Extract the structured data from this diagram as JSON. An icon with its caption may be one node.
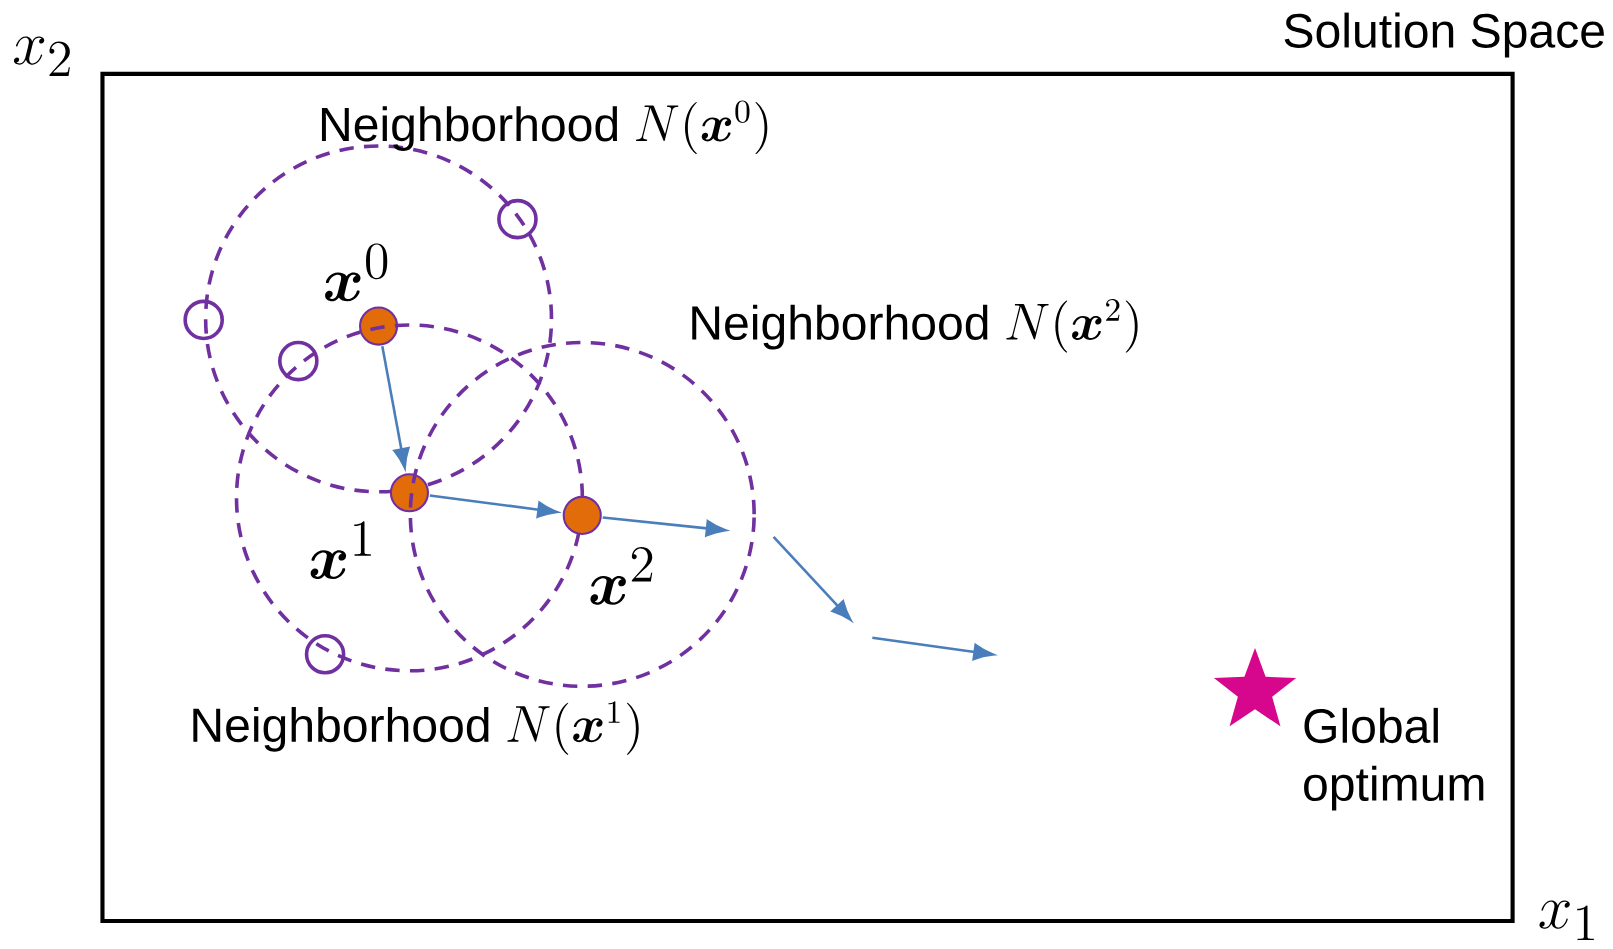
{
  "diagram": {
    "nodes": [
      {
        "text": [
          "Solution Space"
        ]
      },
      {
        "text": [
          "Neighborhood",
          "N(\\boldsymbol{x}^0)"
        ],
        "in": 0
      },
      {
        "text": [],
        "shape": "dot",
        "in": 1
      },
      {
        "text": [
          "Neighborhood",
          "N(\\boldsymbol{x}^1)"
        ],
        "in": 0
      },
      {
        "text": [],
        "shape": "dot",
        "in": 3
      },
      {
        "text": [
          "Neighborhood",
          "N(\\boldsymbol{x}^2)"
        ],
        "in": 0
      },
      {
        "text": [],
        "shape": "dot",
        "in": 5
      },
      {
        "text": [],
        "shape": "circle",
        "in": 1
      },
      {
        "text": [],
        "shape": "circle",
        "in": 0
      },
      {
        "text": [],
        "shape": "circle",
        "in": 1
      },
      {
        "text": [],
        "shape": "circle",
        "in": 0
      },
      {
        "text": [],
        "shape": "star",
        "beside": [
          "Global optimum"
        ],
        "in": 0
      }
    ],
    "edges": [
      {
        "from": 2,
        "to": 4,
        "arrow": "to"
      },
      {
        "from": 4,
        "to": 6,
        "arrow": "to"
      },
      {
        "from": 6,
        "to": null,
        "arrow": "to"
      }
    ],
    "labels": [
      "x_2",
      "\\boldsymbol{x}^0",
      "\\boldsymbol{x}^1",
      "\\boldsymbol{x}^2",
      "x_1"
    ]
  }
}
